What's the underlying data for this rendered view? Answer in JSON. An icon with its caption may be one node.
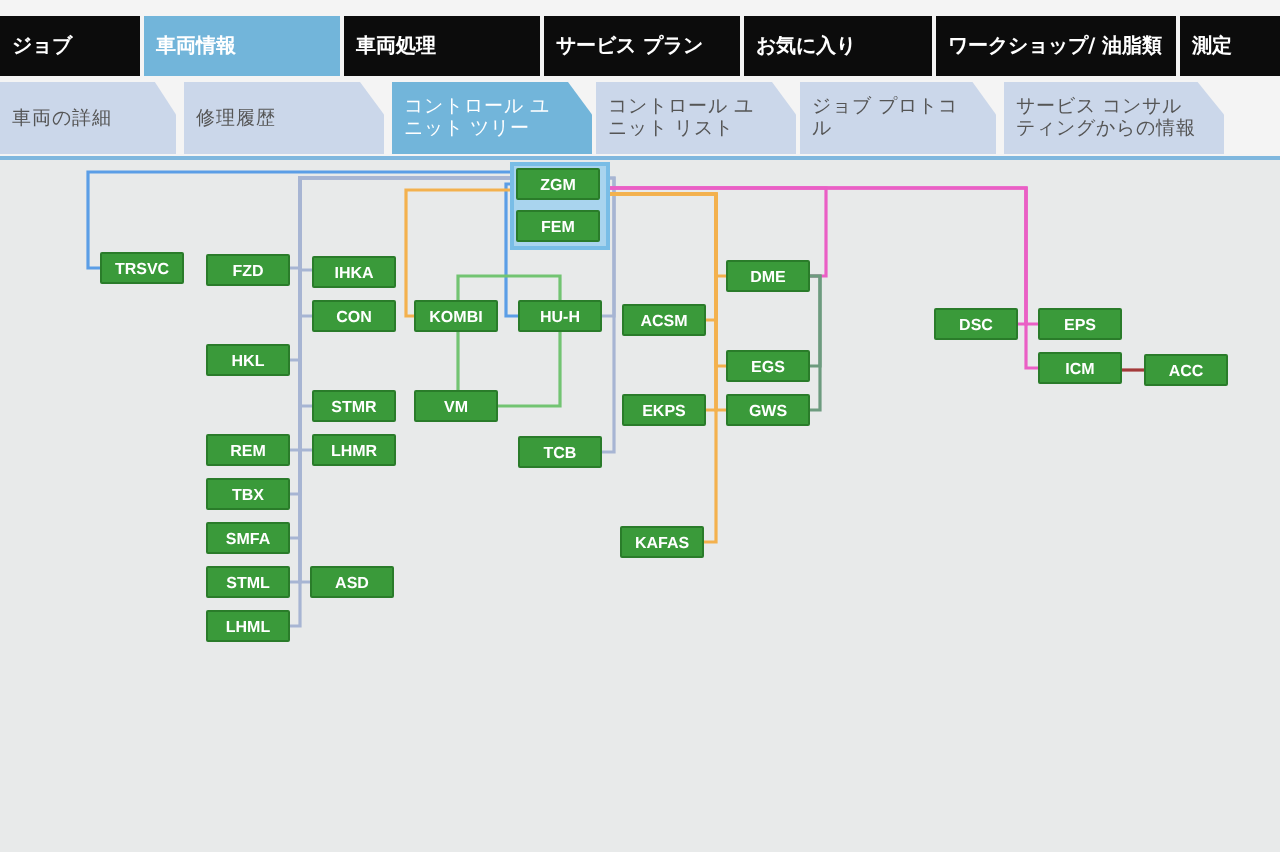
{
  "diagram": {
    "nodes": [
      {
        "text": [
          "ジョブ"
        ]
      },
      {
        "text": [
          "車両情報"
        ]
      },
      {
        "text": [
          "車両処理"
        ]
      },
      {
        "text": [
          "サービス プラン"
        ]
      },
      {
        "text": [
          "お気に入り"
        ]
      },
      {
        "text": [
          "ワークショップ/ 油脂類"
        ]
      },
      {
        "text": [
          "測定"
        ]
      },
      {
        "text": [
          "車両の詳細"
        ]
      },
      {
        "text": [
          "修理履歴"
        ]
      },
      {
        "text": [
          "コントロール ユニット ツリー"
        ]
      },
      {
        "text": [
          "コントロール ユニット リスト"
        ]
      },
      {
        "text": [
          "ジョブ プロトコル"
        ]
      },
      {
        "text": [
          "サービス コンサルティングからの情報"
        ]
      },
      {
        "text": [],
        "shape": "box"
      },
      {
        "text": [
          "ZGM"
        ],
        "in": 13
      },
      {
        "text": [
          "FEM"
        ],
        "in": 13
      },
      {
        "text": [
          "TRSVC"
        ]
      },
      {
        "text": [
          "FZD"
        ]
      },
      {
        "text": [
          "IHKA"
        ]
      },
      {
        "text": [
          "CON"
        ]
      },
      {
        "text": [
          "KOMBI"
        ]
      },
      {
        "text": [
          "HU-H"
        ]
      },
      {
        "text": [
          "HKL"
        ]
      },
      {
        "text": [
          "STMR"
        ]
      },
      {
        "text": [
          "VM"
        ]
      },
      {
        "text": [
          "REM"
        ]
      },
      {
        "text": [
          "LHMR"
        ]
      },
      {
        "text": [
          "TCB"
        ]
      },
      {
        "text": [
          "TBX"
        ]
      },
      {
        "text": [
          "SMFA"
        ]
      },
      {
        "text": [
          "STML"
        ]
      },
      {
        "text": [
          "ASD"
        ]
      },
      {
        "text": [
          "LHML"
        ]
      },
      {
        "text": [
          "DME"
        ]
      },
      {
        "text": [
          "ACSM"
        ]
      },
      {
        "text": [
          "EGS"
        ]
      },
      {
        "text": [
          "EKPS"
        ]
      },
      {
        "text": [
          "GWS"
        ]
      },
      {
        "text": [
          "KAFAS"
        ]
      },
      {
        "text": [
          "DSC"
        ]
      },
      {
        "text": [
          "EPS"
        ]
      },
      {
        "text": [
          "ICM"
        ]
      },
      {
        "text": [
          "ACC"
        ]
      }
    ],
    "edges": [
      {
        "from": 14,
        "to": 17,
        "arrow": "none"
      },
      {
        "from": 14,
        "to": 18,
        "arrow": "none"
      },
      {
        "from": 14,
        "to": 19,
        "arrow": "none"
      },
      {
        "from": 14,
        "to": 22,
        "arrow": "none"
      },
      {
        "from": 14,
        "to": 23,
        "arrow": "none"
      },
      {
        "from": 14,
        "to": 25,
        "arrow": "none"
      },
      {
        "from": 14,
        "to": 26,
        "arrow": "none"
      },
      {
        "from": 14,
        "to": 28,
        "arrow": "none"
      },
      {
        "from": 14,
        "to": 29,
        "arrow": "none"
      },
      {
        "from": 14,
        "to": 30,
        "arrow": "none"
      },
      {
        "from": 14,
        "to": 31,
        "arrow": "none"
      },
      {
        "from": 14,
        "to": 32,
        "arrow": "none"
      },
      {
        "from": 14,
        "to": 21,
        "arrow": "none"
      },
      {
        "from": 14,
        "to": 27,
        "arrow": "none"
      },
      {
        "from": 14,
        "to": 16,
        "arrow": "none",
        "color": "#5b9ee6"
      },
      {
        "from": 14,
        "to": 21,
        "arrow": "none",
        "color": "#5b9ee6"
      },
      {
        "from": 14,
        "to": 20,
        "arrow": "none",
        "color": "#f3b14e"
      },
      {
        "from": 14,
        "to": 33,
        "arrow": "none",
        "color": "#f3b14e"
      },
      {
        "from": 14,
        "to": 34,
        "arrow": "none",
        "color": "#f3b14e"
      },
      {
        "from": 14,
        "to": 35,
        "arrow": "none",
        "color": "#f3b14e"
      },
      {
        "from": 14,
        "to": 36,
        "arrow": "none",
        "color": "#f3b14e"
      },
      {
        "from": 14,
        "to": 37,
        "arrow": "none",
        "color": "#f3b14e"
      },
      {
        "from": 14,
        "to": 38,
        "arrow": "none",
        "color": "#f3b14e"
      },
      {
        "from": 14,
        "to": 33,
        "arrow": "none",
        "color": "#ea5fc5"
      },
      {
        "from": 14,
        "to": 39,
        "arrow": "none",
        "color": "#ea5fc5"
      },
      {
        "from": 14,
        "to": 40,
        "arrow": "none",
        "color": "#ea5fc5"
      },
      {
        "from": 14,
        "to": 41,
        "arrow": "none",
        "color": "#ea5fc5"
      },
      {
        "from": 20,
        "to": 21,
        "arrow": "none",
        "color": "#72c472"
      },
      {
        "from": 20,
        "to": 24,
        "arrow": "none",
        "color": "#72c472"
      },
      {
        "from": 21,
        "to": 24,
        "arrow": "none",
        "color": "#72c472"
      },
      {
        "from": 33,
        "to": 35,
        "arrow": "none",
        "color": "#6d9b7f"
      },
      {
        "from": 33,
        "to": 37,
        "arrow": "none",
        "color": "#6d9b7f"
      },
      {
        "from": 41,
        "to": 42,
        "arrow": "none",
        "color": "#a33a3a"
      }
    ]
  }
}
